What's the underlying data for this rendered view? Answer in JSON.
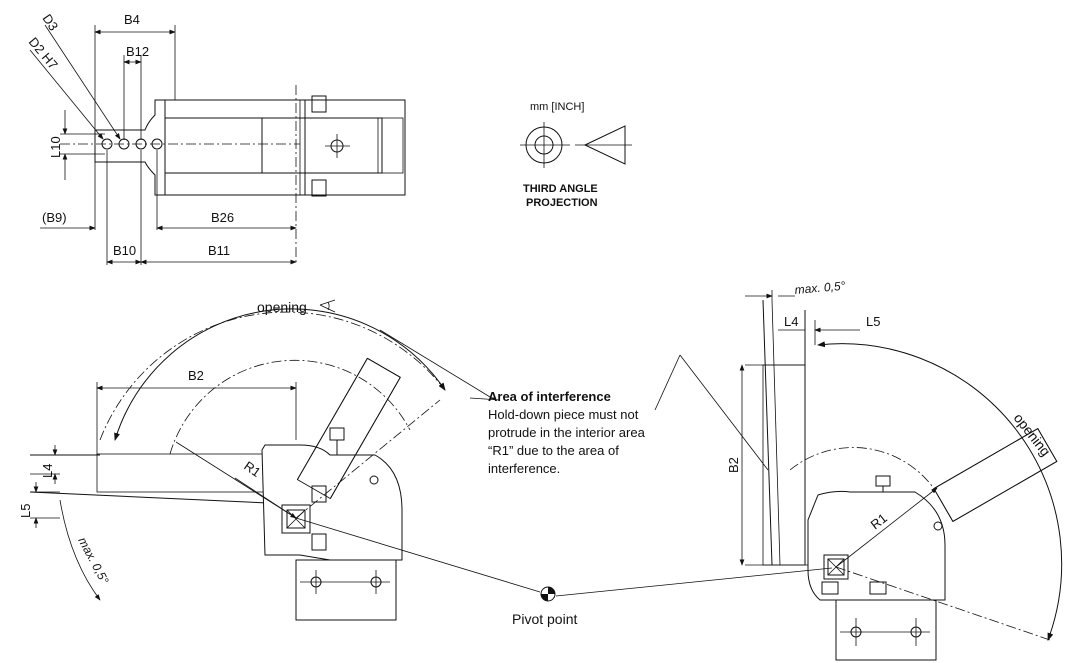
{
  "projection": {
    "units": "mm [INCH]",
    "line1": "THIRD ANGLE",
    "line2": "PROJECTION"
  },
  "top_view_dims": {
    "d3": "D3",
    "d2": "D2 H7",
    "b4": "B4",
    "b12": "B12",
    "l10": "L10",
    "b9": "(B9)",
    "b26": "B26",
    "b10": "B10",
    "b11": "B11"
  },
  "left_view_dims": {
    "opening": "opening",
    "b2": "B2",
    "r1": "R1",
    "l4": "L4",
    "l5": "L5",
    "max_angle": "max. 0,5°"
  },
  "right_view_dims": {
    "max_angle": "max. 0,5°",
    "l4": "L4",
    "l5": "L5",
    "b2": "B2",
    "r1": "R1",
    "opening": "opening"
  },
  "interference_note": {
    "title": "Area of interference",
    "body": "Hold-down piece must not protrude in the interior area “R1” due to the area of interference."
  },
  "pivot_label": "Pivot point"
}
